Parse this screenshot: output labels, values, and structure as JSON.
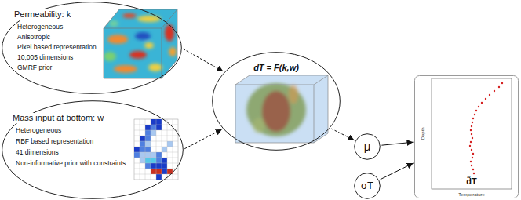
{
  "diagram": {
    "nodes": [
      {
        "text": [
          "Permeability: k",
          "Heterogeneous",
          "Anisotropic",
          "Pixel based representation",
          "10,005 dimensions",
          "GMRF prior"
        ]
      },
      {
        "text": [
          "Mass input at bottom: w",
          "Heterogeneous",
          "RBF based representation",
          "41 dimensions",
          "Non-informative prior with constraints"
        ]
      },
      {
        "text": [
          "dT = F(k,w)"
        ]
      },
      {
        "text": [
          "μ"
        ]
      },
      {
        "text": [
          "σT"
        ]
      },
      {
        "text": [
          "d̃T"
        ]
      }
    ],
    "edges": [
      {
        "from": 0,
        "to": 2,
        "arrow": "to"
      },
      {
        "from": 1,
        "to": 2,
        "arrow": "to"
      },
      {
        "from": 2,
        "to": 3,
        "arrow": "to"
      },
      {
        "from": 3,
        "to": 5,
        "arrow": "to"
      },
      {
        "from": 4,
        "to": 5,
        "arrow": "to"
      }
    ],
    "labels": [
      "Depth",
      "Temperature"
    ]
  }
}
